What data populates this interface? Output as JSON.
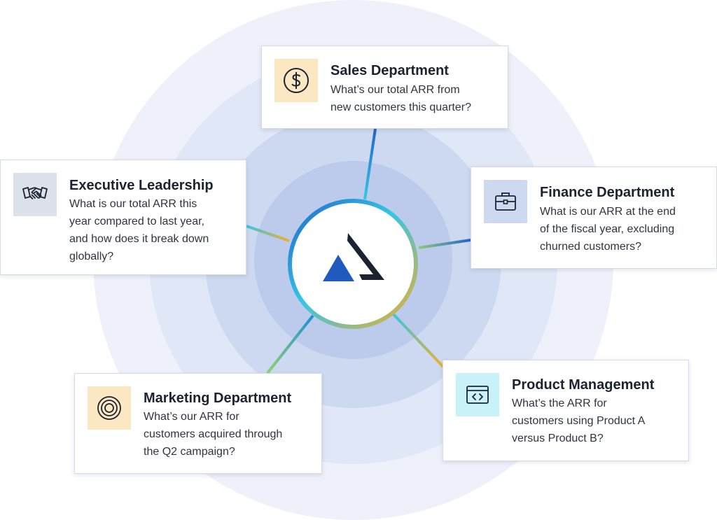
{
  "colors": {
    "ring_outer": "#eef1fa",
    "ring_2": "#e0e7f6",
    "ring_3": "#cdd9f0",
    "ring_inner": "#bccbec",
    "accent_blue": "#1f66c9",
    "accent_cyan": "#35c6e4",
    "accent_gold": "#efb02c",
    "logo_blue": "#1f5bbf",
    "logo_dark": "#1b2230",
    "icon_bg_gold": "#fbe8c2",
    "icon_bg_gray": "#dde1ea",
    "icon_bg_blue": "#cdd9f0",
    "icon_bg_cyan": "#c9f1f8"
  },
  "hub": {
    "logo": "company-logo"
  },
  "departments": [
    {
      "key": "sales",
      "title": "Sales Department",
      "question": "What’s our total ARR from\nnew customers this quarter?",
      "icon": "dollar-icon",
      "icon_bg": "#fbe8c2"
    },
    {
      "key": "executive",
      "title": "Executive Leadership",
      "question": "What is our total ARR this\nyear compared to last year,\nand how does it break down\nglobally?",
      "icon": "handshake-icon",
      "icon_bg": "#dde1ea"
    },
    {
      "key": "finance",
      "title": "Finance Department",
      "question": "What is our ARR at the end\nof the fiscal year, excluding\nchurned customers?",
      "icon": "briefcase-icon",
      "icon_bg": "#cdd9f0"
    },
    {
      "key": "marketing",
      "title": "Marketing Department",
      "question": "What’s our ARR for\ncustomers acquired through\nthe Q2 campaign?",
      "icon": "target-icon",
      "icon_bg": "#fbe8c2"
    },
    {
      "key": "product",
      "title": "Product Management",
      "question": "What’s the ARR for\ncustomers using Product A\nversus Product B?",
      "icon": "code-window-icon",
      "icon_bg": "#c9f1f8"
    }
  ]
}
